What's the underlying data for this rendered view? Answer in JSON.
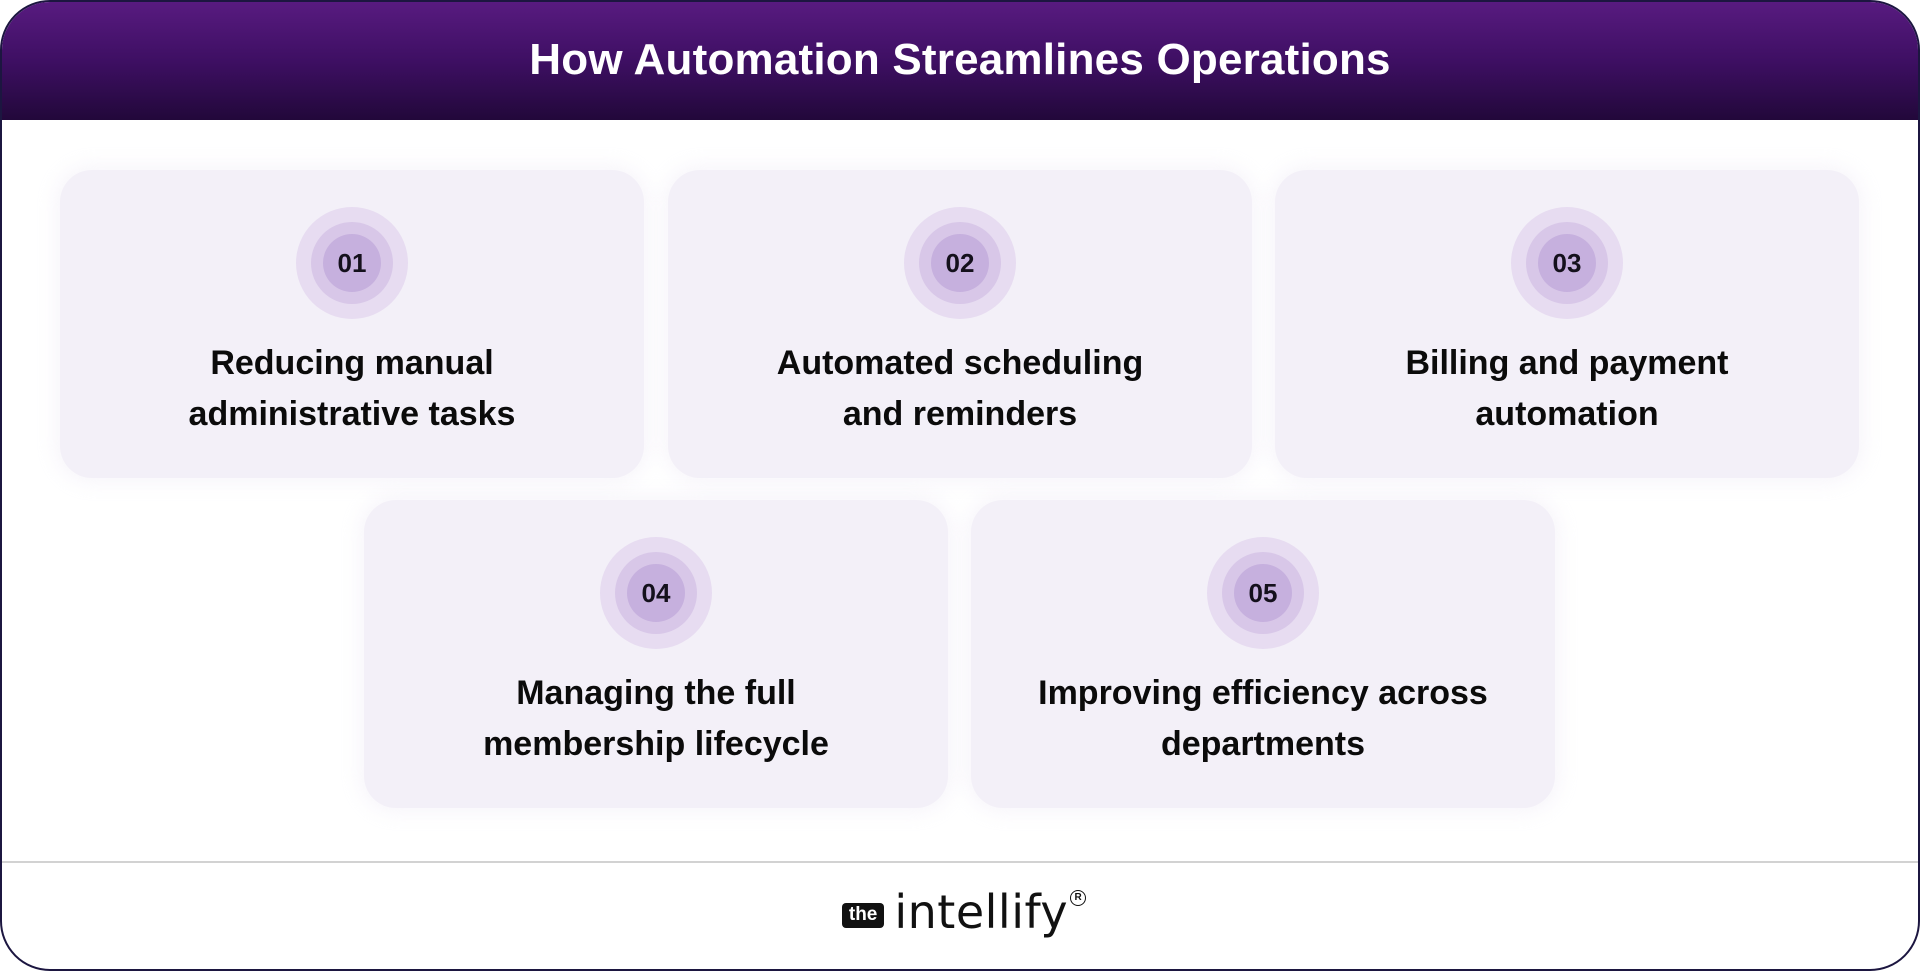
{
  "header": {
    "title": "How Automation Streamlines Operations"
  },
  "cards": [
    {
      "number": "01",
      "line1": "Reducing manual",
      "line2": "administrative tasks"
    },
    {
      "number": "02",
      "line1": "Automated scheduling",
      "line2": "and reminders"
    },
    {
      "number": "03",
      "line1": "Billing and payment",
      "line2": "automation"
    },
    {
      "number": "04",
      "line1": "Managing the full",
      "line2": "membership lifecycle"
    },
    {
      "number": "05",
      "line1": "Improving efficiency across",
      "line2": "departments"
    }
  ],
  "footer": {
    "logo_prefix": "the",
    "logo_word": "intellify",
    "logo_mark": "R"
  },
  "colors": {
    "header_top": "#581b80",
    "header_bottom": "#22083a",
    "card_bg": "#f3f0f8",
    "badge_outer": "#e7dcf1",
    "badge_mid": "#d8c7e8",
    "badge_inner": "#c6b0de",
    "frame_border": "#1c1640"
  }
}
